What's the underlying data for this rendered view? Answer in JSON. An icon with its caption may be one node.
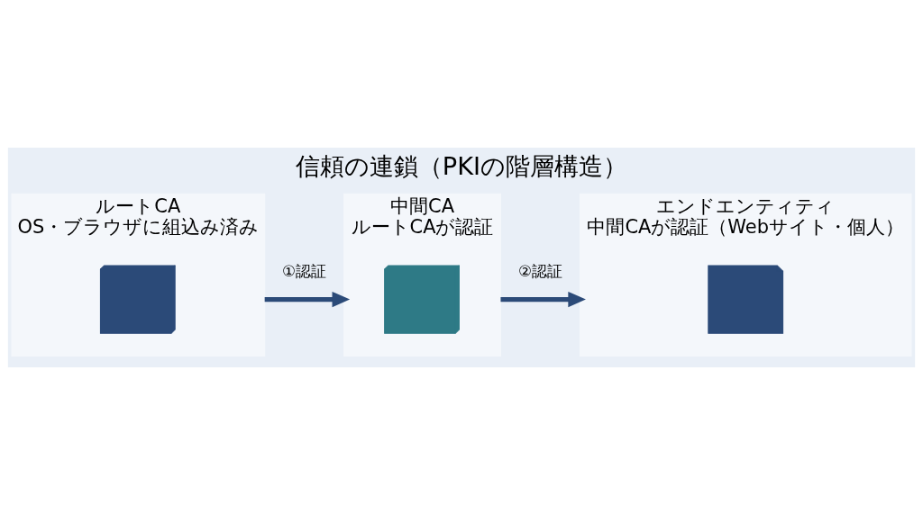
{
  "diagram": {
    "title": "信頼の連鎖（PKIの階層構造）",
    "nodes": [
      {
        "text": [
          "ルートCA",
          "OS・ブラウザに組込み済み"
        ]
      },
      {
        "text": [],
        "shape": "building",
        "in": 0
      },
      {
        "text": [
          "中間CA",
          "ルートCAが認証"
        ]
      },
      {
        "text": [],
        "shape": "building",
        "in": 2
      },
      {
        "text": [
          "エンドエンティティ",
          "中間CAが認証（Webサイト・個人）"
        ]
      },
      {
        "text": [],
        "shape": "document",
        "in": 4
      }
    ],
    "edges": [
      {
        "from": 0,
        "to": 2,
        "arrow": "to",
        "label": "①認証"
      },
      {
        "from": 2,
        "to": 4,
        "arrow": "to",
        "label": "②認証"
      }
    ]
  }
}
